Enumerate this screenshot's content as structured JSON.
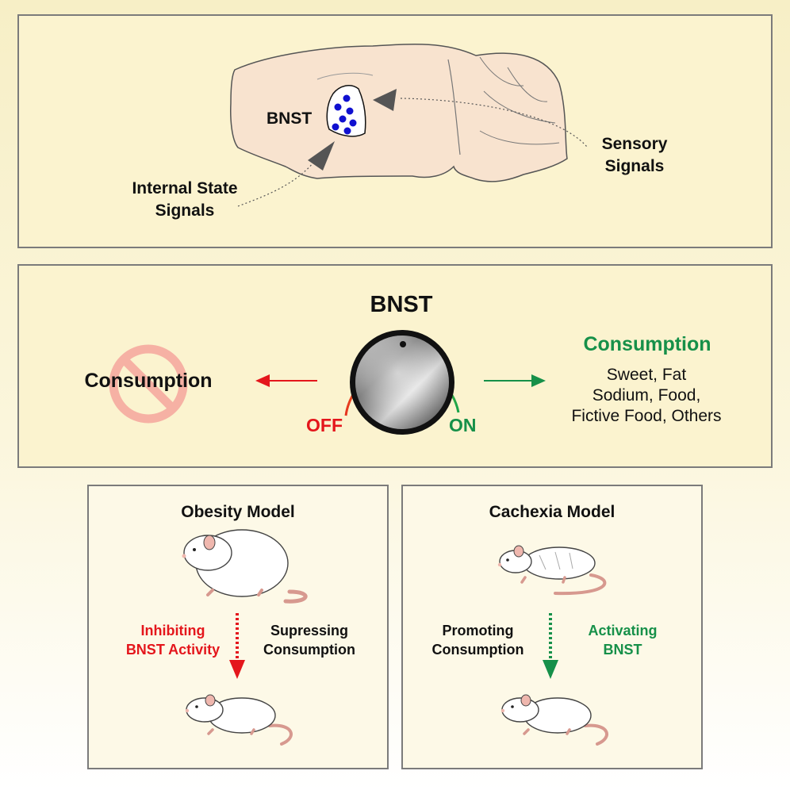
{
  "top": {
    "region_label": "BNST",
    "internal_line1": "Internal State",
    "internal_line2": "Signals",
    "sensory_line1": "Sensory",
    "sensory_line2": "Signals"
  },
  "dial": {
    "title": "BNST",
    "off_label": "OFF",
    "on_label": "ON",
    "left_label": "Consumption",
    "right_title": "Consumption",
    "right_items": [
      "Sweet, Fat",
      "Sodium, Food,",
      "Fictive Food, Others"
    ]
  },
  "obesity": {
    "title": "Obesity Model",
    "left_line1": "Inhibiting",
    "left_line2": "BNST Activity",
    "right_line1": "Supressing",
    "right_line2": "Consumption"
  },
  "cachexia": {
    "title": "Cachexia Model",
    "left_line1": "Promoting",
    "left_line2": "Consumption",
    "right_line1": "Activating",
    "right_line2": "BNST"
  },
  "colors": {
    "red": "#e4161c",
    "green": "#169049",
    "brain": "#f8e3cf",
    "dots": "#1010d0",
    "no_symbol": "#f6b1a4"
  }
}
